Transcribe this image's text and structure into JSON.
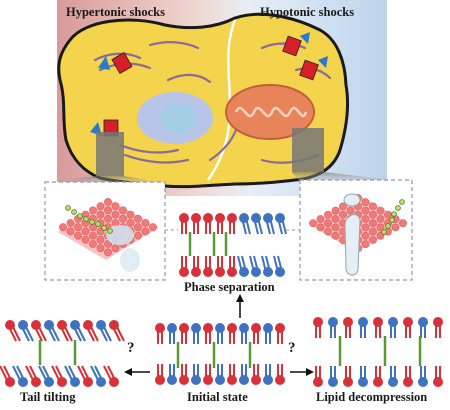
{
  "labels": {
    "hypertonic": "Hypertonic shocks",
    "hypotonic": "Hypotonic shocks",
    "phase_separation": "Phase separation",
    "tail_tilting": "Tail tilting",
    "initial_state": "Initial state",
    "lipid_decompression": "Lipid decompression",
    "question_left": "?",
    "question_right": "?"
  },
  "colors": {
    "background_left": "#dca0a0",
    "background_right": "#c8dcef",
    "cell": "#f4d44c",
    "nucleus": "#b8c4e8",
    "mitochondrion": "#e8845a",
    "er": "#8b6a9c",
    "lipid_red": "#d8313a",
    "lipid_blue": "#3f73c0",
    "lipid_pink": "#f0a0a0",
    "cholesterol": "#5a9a34",
    "channel_red": "#d81e26",
    "channel_blue": "#2a7ad2"
  }
}
